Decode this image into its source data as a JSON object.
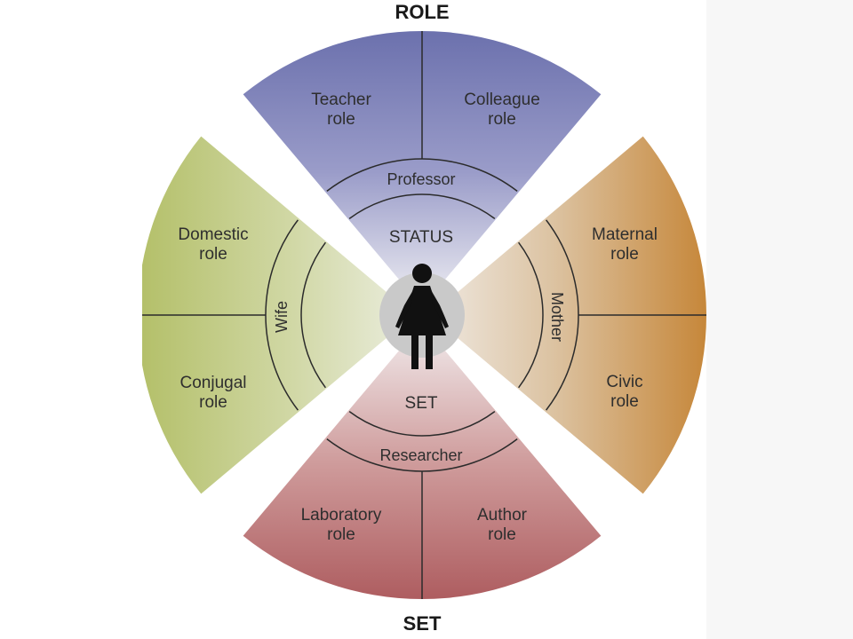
{
  "title_top": "ROLE",
  "title_bottom": "SET",
  "center": {
    "icon": "woman-icon"
  },
  "ring_labels": {
    "top": "STATUS",
    "bottom": "SET"
  },
  "sectors": {
    "top": {
      "status": "Professor",
      "roles": [
        {
          "line1": "Teacher",
          "line2": "role"
        },
        {
          "line1": "Colleague",
          "line2": "role"
        }
      ],
      "color": "#6f74b0"
    },
    "right": {
      "status": "Mother",
      "roles": [
        {
          "line1": "Maternal",
          "line2": "role"
        },
        {
          "line1": "Civic",
          "line2": "role"
        }
      ],
      "color": "#c98a3e"
    },
    "bottom": {
      "status": "Researcher",
      "roles": [
        {
          "line1": "Laboratory",
          "line2": "role"
        },
        {
          "line1": "Author",
          "line2": "role"
        }
      ],
      "color": "#b05f62"
    },
    "left": {
      "status": "Wife",
      "roles": [
        {
          "line1": "Domestic",
          "line2": "role"
        },
        {
          "line1": "Conjugal",
          "line2": "role"
        }
      ],
      "color": "#b3c06a"
    }
  }
}
